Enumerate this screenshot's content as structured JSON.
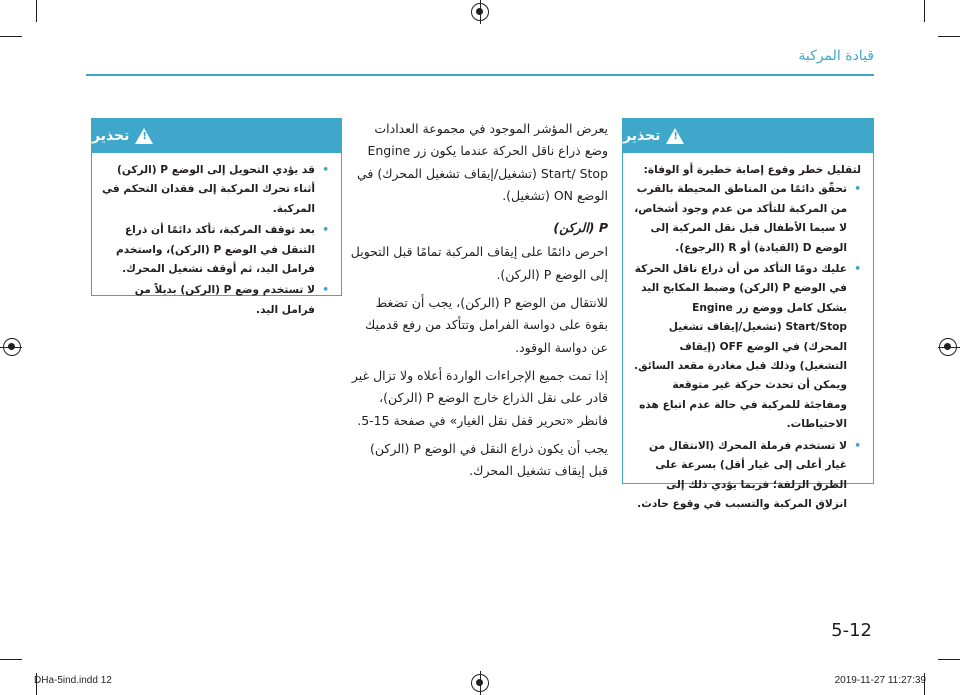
{
  "header": {
    "section_title": "ﻗﻴﺎﺩﺓ ﺍﻟﻤﺮﻛﺒﺔ"
  },
  "warning_right": {
    "title": "ﺗﺤﺬﻳﺮ",
    "intro": "ﻟﺘﻘﻠﻴﻞ ﺧﻄﺮ ﻭﻗﻮﻉ ﺇﺻﺎﺑﺔ ﺧﻄﻴﺮﺓ ﺃﻭ ﺍﻟﻮﻓﺎﺓ:",
    "bullets": [
      "ﺗﺤﻘّﻖ ﺩﺍﺋﻤًﺎ ﻣﻦ ﺍﻟﻤﻨﺎﻃﻖ ﺍﻟﻤﺤﻴﻄﺔ ﺑﺎﻟﻘﺮﺏ ﻣﻦ ﺍﻟﻤﺮﻛﺒﺔ ﻟﻠﺘﺄﻛﺪ ﻣﻦ ﻋﺪﻡ ﻭﺟﻮﺩ ﺃﺷﺨﺎﺹ، ﻻ ﺳﻴﻤﺎ ﺍﻷﻃﻔﺎﻝ ﻗﺒﻞ ﻧﻘﻞ ﺍﻟﻤﺮﻛﺒﺔ ﺇﻟﻰ ﺍﻟﻮﺿﻊ D (ﺍﻟﻘﻴﺎﺩﺓ) ﺃﻭ R (ﺍﻟﺮﺟﻮﻉ).",
      "ﻋﻠﻴﻚ ﺩﻭﻣًﺎ ﺍﻟﺘﺄﻛﺪ ﻣﻦ ﺃﻥ ﺫﺭﺍﻉ ﻧﺎﻗﻞ ﺍﻟﺤﺮﻛﺔ ﻓﻲ ﺍﻟﻮﺿﻊ P (ﺍﻟﺮﻛﻦ) ﻭﺿﺒﻂ ﺍﻟﻤﻜﺎﺑﺢ ﺍﻟﻴﺪ ﺑﺸﻜﻞ ﻛﺎﻣﻞ ﻭﻭﺿﻊ ﺯﺭ Engine Start/Stop (ﺗﺸﻐﻴﻞ/ﺇﻳﻘﺎﻑ ﺗﺸﻐﻴﻞ ﺍﻟﻤﺤﺮﻙ) ﻓﻲ ﺍﻟﻮﺿﻊ OFF (ﺇﻳﻘﺎﻑ ﺍﻟﺘﺸﻐﻴﻞ) ﻭﺫﻟﻚ ﻗﺒﻞ ﻣﻐﺎﺩﺭﺓ ﻣﻘﻌﺪ ﺍﻟﺴﺎﺋﻖ. ﻭﻳﻤﻜﻦ ﺃﻥ ﺗﺤﺪﺙ ﺣﺮﻛﺔ ﻏﻴﺮ ﻣﺘﻮﻗﻌﺔ ﻭﻣﻔﺎﺟﺌﺔ ﻟﻠﻤﺮﻛﺒﺔ ﻓﻲ ﺣﺎﻟﺔ ﻋﺪﻡ ﺍﺗﺒﺎﻉ ﻫﺬﻩ ﺍﻻﺣﺘﻴﺎﻃﺎﺕ.",
      "ﻻ ﺗﺴﺘﺨﺪﻡ ﻓﺮﻣﻠﺔ ﺍﻟﻤﺤﺮﻙ (ﺍﻻﻧﺘﻘﺎﻝ ﻣﻦ ﻏﻴﺎﺭ ﺃﻋﻠﻰ ﺇﻟﻰ ﻏﻴﺎﺭ ﺃﻗﻞ) ﺑﺴﺮﻋﺔ ﻋﻠﻰ ﺍﻟﻄﺮﻕ ﺍﻟﺰﻟﻘﺔ؛ ﻓﺮﺑﻤﺎ ﻳﺆﺩﻱ ﺫﻟﻚ ﺇﻟﻰ ﺍﻧﺰﻻﻕ ﺍﻟﻤﺮﻛﺒﺔ ﻭﺍﻟﺘﺴﺒﺐ ﻓﻲ ﻭﻗﻮﻉ ﺣﺎﺩﺙ."
    ]
  },
  "middle": {
    "intro": "ﻳﻌﺮﺽ ﺍﻟﻤﺆﺷﺮ ﺍﻟﻤﻮﺟﻮﺩ ﻓﻲ ﻣﺠﻤﻮﻋﺔ ﺍﻟﻌﺪﺍﺩﺍﺕ ﻭﺿﻊ ﺫﺭﺍﻉ ﻧﺎﻗﻞ ﺍﻟﺤﺮﻛﺔ ﻋﻨﺪﻣﺎ ﻳﻜﻮﻥ ﺯﺭ Engine Start/ Stop (ﺗﺸﻐﻴﻞ/ﺇﻳﻘﺎﻑ ﺗﺸﻐﻴﻞ ﺍﻟﻤﺤﺮﻙ) ﻓﻲ ﺍﻟﻮﺿﻊ ON (ﺗﺸﻐﻴﻞ).",
    "subhead": "P (ﺍﻟﺮﻛﻦ)",
    "p1": "ﺍﺣﺮﺹ ﺩﺍﺋﻤًﺎ ﻋﻠﻰ ﺇﻳﻘﺎﻑ ﺍﻟﻤﺮﻛﺒﺔ ﺗﻤﺎﻣًﺎ ﻗﺒﻞ ﺍﻟﺘﺤﻮﻳﻞ ﺇﻟﻰ ﺍﻟﻮﺿﻊ P (ﺍﻟﺮﻛﻦ).",
    "p2": "ﻟﻼﻧﺘﻘﺎﻝ ﻣﻦ ﺍﻟﻮﺿﻊ P (ﺍﻟﺮﻛﻦ)، ﻳﺠﺐ ﺃﻥ ﺗﻀﻐﻂ ﺑﻘﻮﺓ ﻋﻠﻰ ﺩﻭﺍﺳﺔ ﺍﻟﻔﺮﺍﻣﻞ ﻭﺗﺘﺄﻛﺪ ﻣﻦ ﺭﻓﻊ ﻗﺪﻣﻴﻚ ﻋﻦ ﺩﻭﺍﺳﺔ ﺍﻟﻮﻗﻮﺩ.",
    "p3": "ﺇﺫﺍ ﺗﻤﺖ ﺟﻤﻴﻊ ﺍﻹﺟﺮﺍﺀﺍﺕ ﺍﻟﻮﺍﺭﺩﺓ ﺃﻋﻼﻩ ﻭﻻ ﺗﺰﺍﻝ ﻏﻴﺮ ﻗﺎﺩﺭ ﻋﻠﻰ ﻧﻘﻞ ﺍﻟﺬﺭﺍﻉ ﺧﺎﺭﺝ ﺍﻟﻮﺿﻊ P (ﺍﻟﺮﻛﻦ)، ﻓﺎﻧﻈﺮ «ﺗﺤﺮﻳﺮ ﻗﻔﻞ ﻧﻘﻞ ﺍﻟﻐﻴﺎﺭ» ﻓﻲ ﺻﻔﺤﺔ 15-5.",
    "p4": "ﻳﺠﺐ ﺃﻥ ﻳﻜﻮﻥ ﺫﺭﺍﻉ ﺍﻟﻨﻘﻞ ﻓﻲ ﺍﻟﻮﺿﻊ P (ﺍﻟﺮﻛﻦ) ﻗﺒﻞ ﺇﻳﻘﺎﻑ ﺗﺸﻐﻴﻞ ﺍﻟﻤﺤﺮﻙ."
  },
  "warning_left": {
    "title": "ﺗﺤﺬﻳﺮ",
    "bullets": [
      "ﻗﺪ ﻳﺆﺩﻱ ﺍﻟﺘﺤﻮﻳﻞ ﺇﻟﻰ ﺍﻟﻮﺿﻊ P (ﺍﻟﺮﻛﻦ) ﺃﺛﻨﺎﺀ ﺗﺤﺮﻙ ﺍﻟﻤﺮﻛﺒﺔ ﺇﻟﻰ ﻓﻘﺪﺍﻥ ﺍﻟﺘﺤﻜﻢ ﻓﻲ ﺍﻟﻤﺮﻛﺒﺔ.",
      "ﺑﻌﺪ ﺗﻮﻗﻒ ﺍﻟﻤﺮﻛﺒﺔ، ﺗﺄﻛﺪ ﺩﺍﺋﻤًﺎ ﺃﻥ ﺫﺭﺍﻉ ﺍﻟﺘﻨﻘﻞ ﻓﻲ ﺍﻟﻮﺿﻊ P (ﺍﻟﺮﻛﻦ)، ﻭﺍﺳﺘﺨﺪﻡ ﻓﺮﺍﻣﻞ ﺍﻟﻴﺪ، ﺛﻢ ﺃﻭﻗﻒ ﺗﺸﻐﻴﻞ ﺍﻟﻤﺤﺮﻙ.",
      "ﻻ ﺗﺴﺘﺨﺪﻡ ﻭﺿﻊ P (ﺍﻟﺮﻛﻦ) ﺑﺪﻳﻼً ﻣﻦ ﻓﺮﺍﻣﻞ ﺍﻟﻴﺪ."
    ]
  },
  "page_number": "5-12",
  "footer": {
    "file": "DHa-5ind.indd   12",
    "date": "2019-11-27   11:27:39"
  }
}
